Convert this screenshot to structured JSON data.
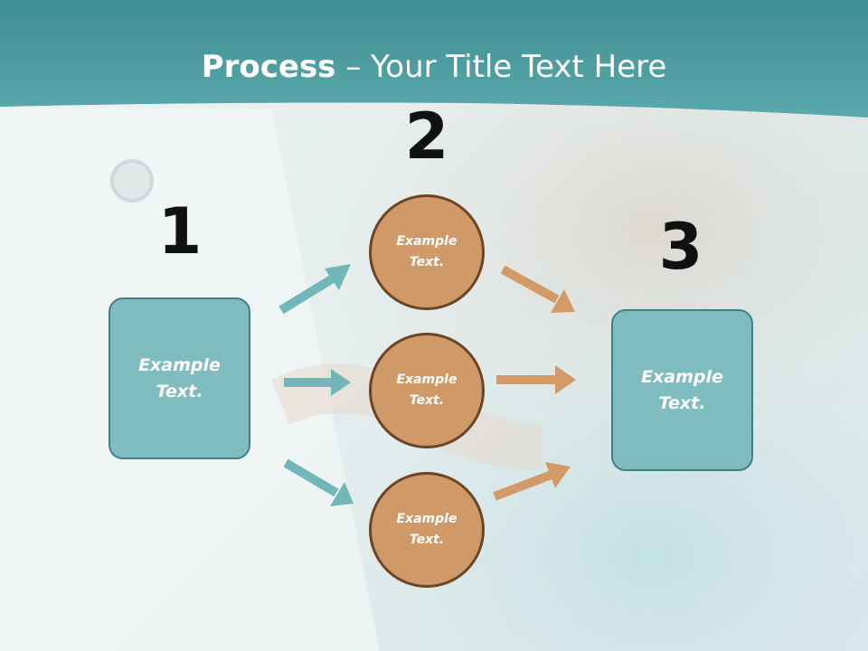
{
  "title": {
    "bold": "Process",
    "rest": " – Your Title Text Here"
  },
  "steps": {
    "one": {
      "number": "1",
      "label_line1": "Example",
      "label_line2": "Text."
    },
    "two": {
      "number": "2",
      "circles": [
        {
          "label_line1": "Example",
          "label_line2": "Text."
        },
        {
          "label_line1": "Example",
          "label_line2": "Text."
        },
        {
          "label_line1": "Example",
          "label_line2": "Text."
        }
      ]
    },
    "three": {
      "number": "3",
      "label_line1": "Example",
      "label_line2": "Text."
    }
  },
  "colors": {
    "header": "#4e9ea1",
    "box_fill": "#7fbcbf",
    "box_border": "#447f83",
    "circle_fill": "#d09a68",
    "circle_border": "#6b4526",
    "arrow_teal": "#72b6b9",
    "arrow_orange": "#d39a68"
  }
}
